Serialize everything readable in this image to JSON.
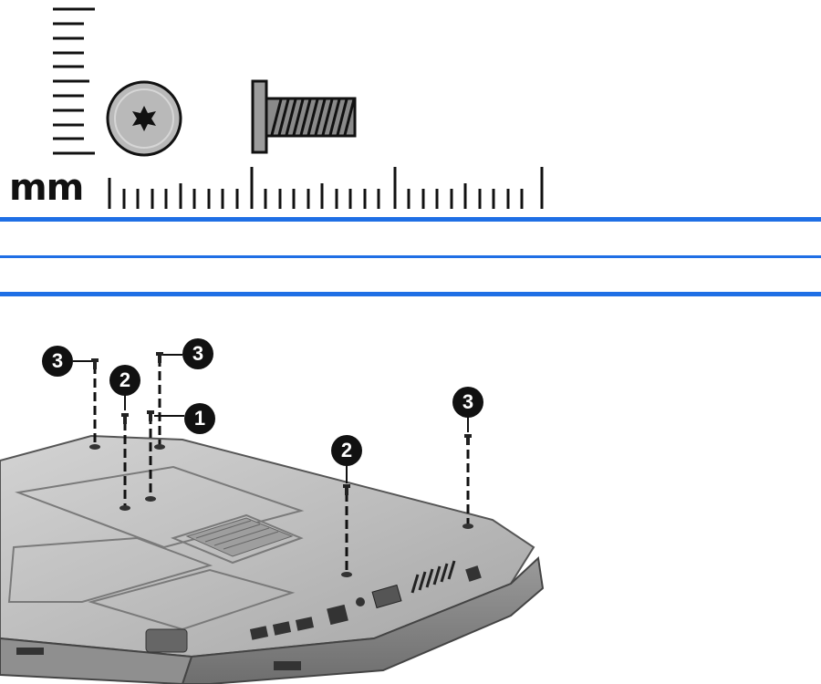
{
  "ruler": {
    "unit_label": "mm"
  },
  "callouts": [
    "3",
    "2",
    "3",
    "1",
    "2",
    "3"
  ],
  "colors": {
    "rule_blue": "#1f6fe5",
    "ink": "#111111"
  }
}
